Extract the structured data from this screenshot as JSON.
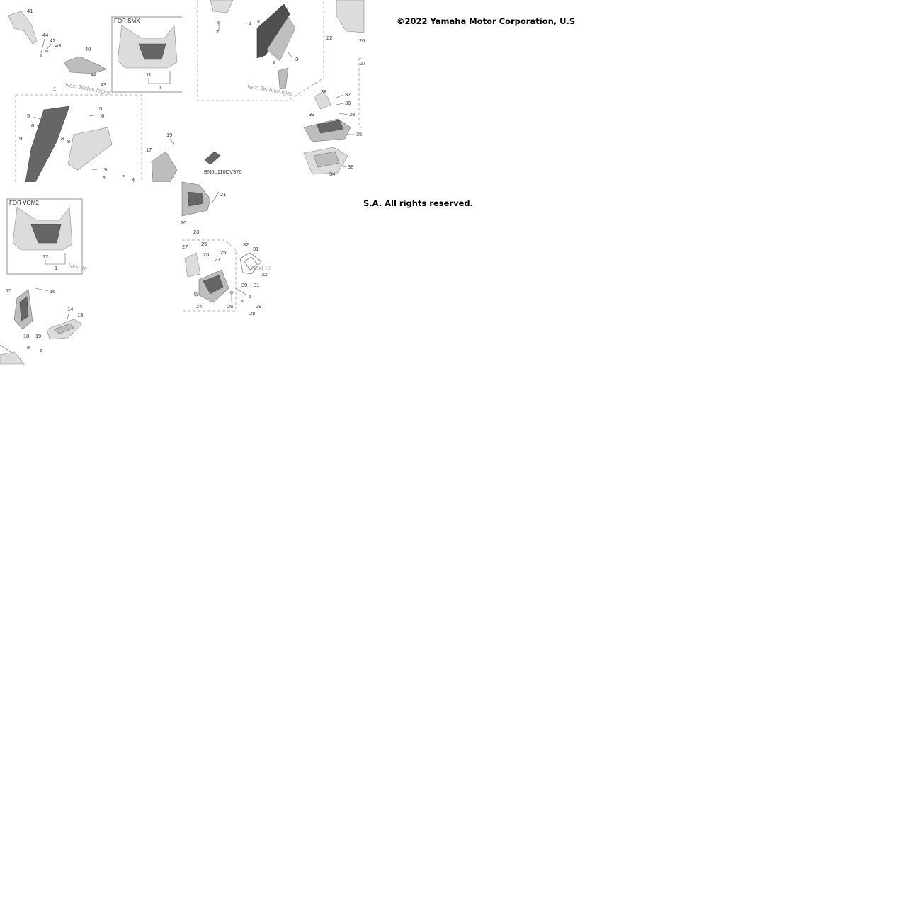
{
  "diagram": {
    "copyright_top": "©2022 Yamaha Motor Corporation, U.S",
    "copyright_bottom": "S.A. All rights reserved.",
    "diagram_code": "BN6L110DV370",
    "watermark": "Next Technologies",
    "watermark_short": "Next Te",
    "boxes": {
      "smx": "FOR SMX",
      "vom2": "FOR VOM2"
    },
    "callouts": {
      "c1": "1",
      "c2": "2",
      "c3": "3",
      "c4": "4",
      "c5": "5",
      "c6": "6",
      "c7": "7",
      "c8": "8",
      "c9": "9",
      "c11": "11",
      "c12": "12",
      "c13": "13",
      "c14": "14",
      "c15": "15",
      "c16": "16",
      "c17": "17",
      "c18": "18",
      "c19": "19",
      "c20": "20",
      "c21": "21",
      "c22": "22",
      "c23": "23",
      "c24": "24",
      "c25": "25",
      "c26": "26",
      "c27": "27",
      "c28": "28",
      "c29": "29",
      "c30": "30",
      "c31": "31",
      "c32": "32",
      "c33": "33",
      "c34": "34",
      "c35": "35",
      "c36": "36",
      "c37": "37",
      "c38": "38",
      "c39": "39",
      "c40": "40",
      "c41": "41",
      "c42": "42",
      "c43": "43",
      "c44": "44",
      "c26b": "26",
      "c27b": "27"
    }
  }
}
